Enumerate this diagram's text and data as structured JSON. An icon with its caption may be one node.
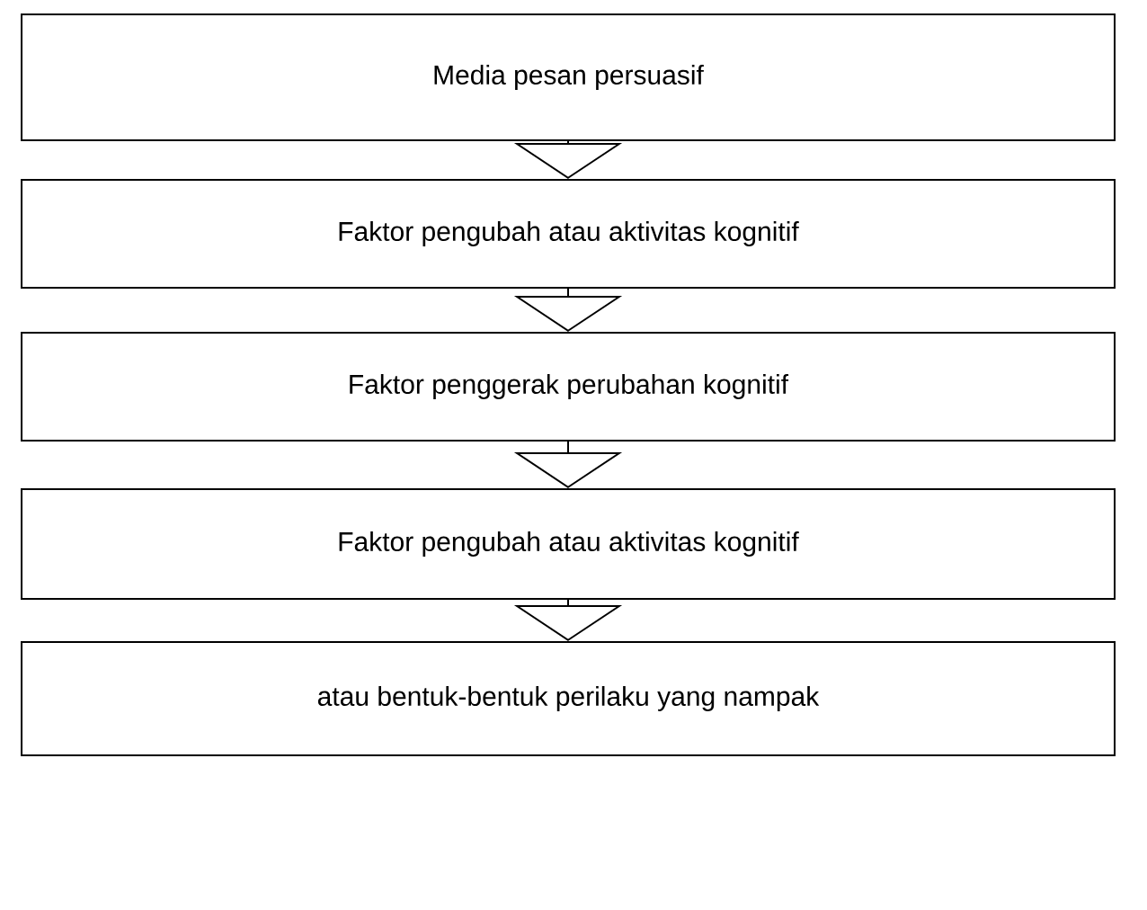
{
  "diagram": {
    "nodes": [
      {
        "text": [
          "Media pesan persuasif"
        ]
      },
      {
        "text": [
          "Faktor pengubah atau aktivitas kognitif"
        ]
      },
      {
        "text": [
          "Faktor penggerak perubahan kognitif"
        ]
      },
      {
        "text": [
          "Faktor pengubah atau aktivitas kognitif"
        ]
      },
      {
        "text": [
          "atau bentuk-bentuk perilaku yang nampak"
        ]
      }
    ],
    "edges": [
      {
        "from": 0,
        "to": 1,
        "arrow": "to"
      },
      {
        "from": 1,
        "to": 2,
        "arrow": "to"
      },
      {
        "from": 2,
        "to": 3,
        "arrow": "to"
      },
      {
        "from": 3,
        "to": 4,
        "arrow": "to"
      }
    ]
  }
}
